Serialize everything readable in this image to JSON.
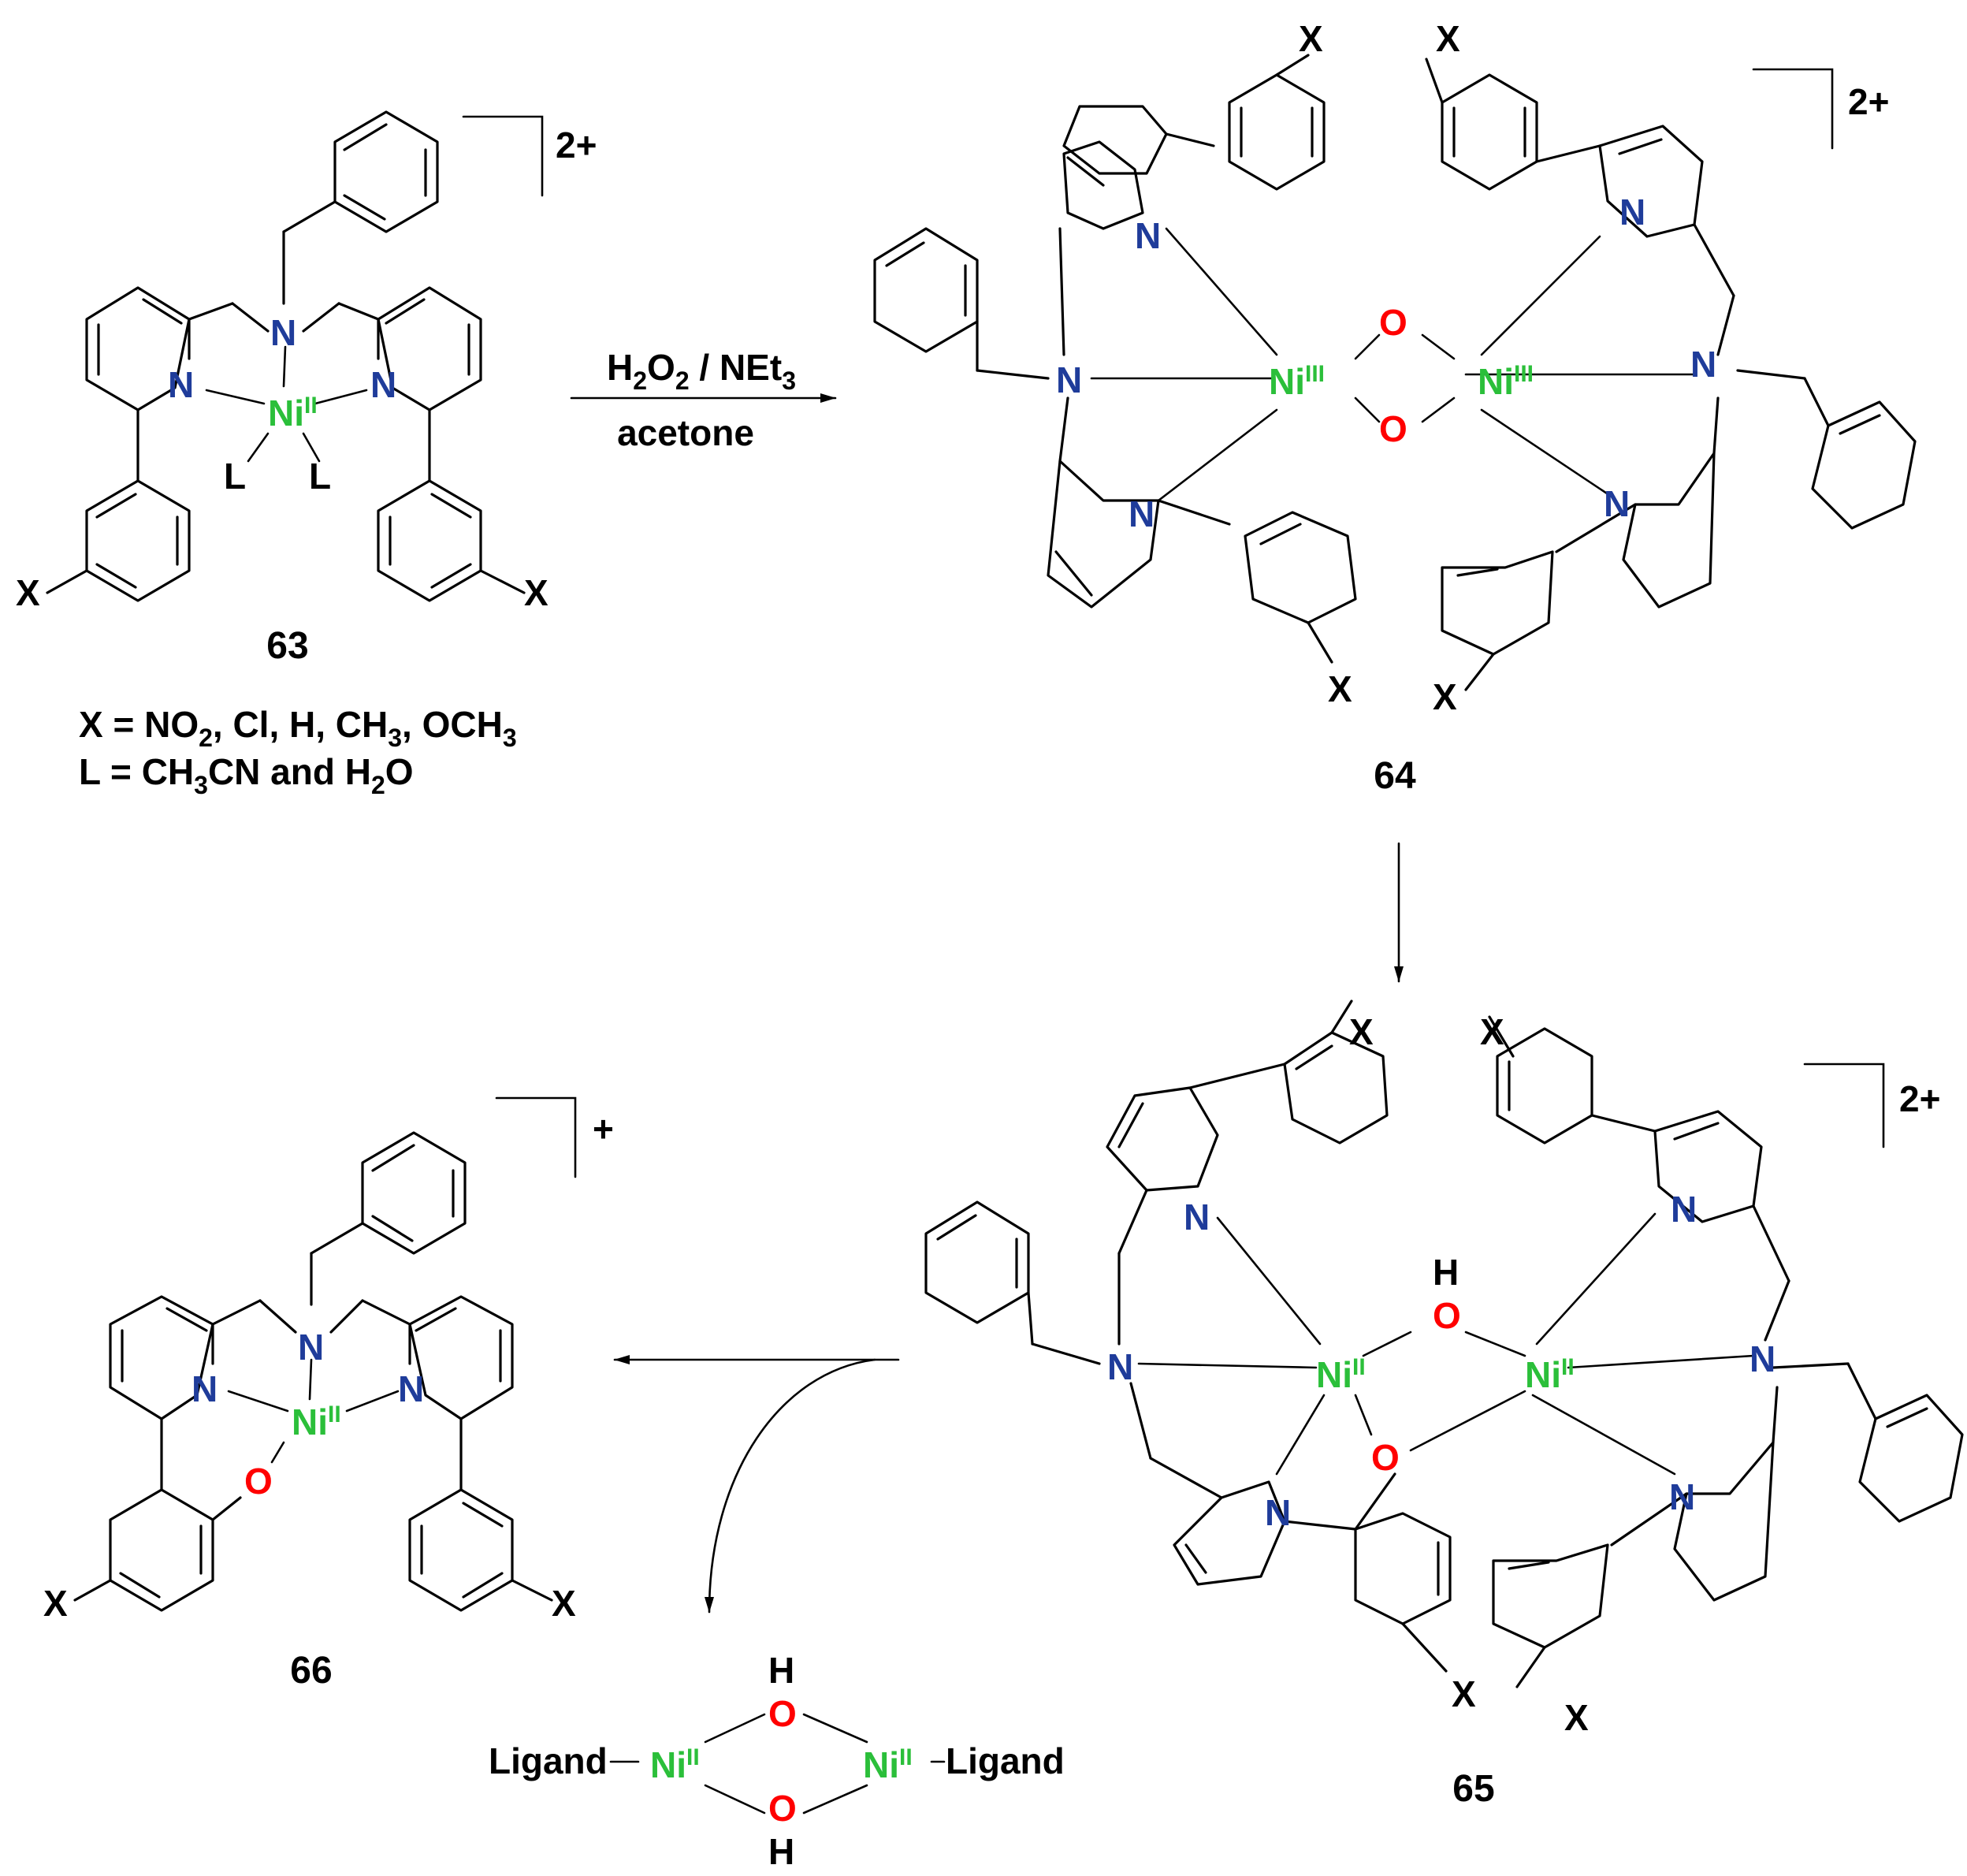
{
  "colors": {
    "nitrogen": "#1f3c9a",
    "nickel": "#2bbf3a",
    "oxygen": "#ff0000",
    "bond": "#000000"
  },
  "atoms": {
    "N": "N",
    "Ni": "Ni",
    "O": "O",
    "H": "H",
    "X": "X",
    "L": "L"
  },
  "ox_states": {
    "ii": "II",
    "iii": "III"
  },
  "charges": {
    "c63": "2+",
    "c64": "2+",
    "c65": "2+",
    "c66": "+"
  },
  "compounds": {
    "c63": "63",
    "c64": "64",
    "c65": "65",
    "c66": "66"
  },
  "conditions": {
    "x_def": {
      "a": "X = NO",
      "s1": "2",
      "b": ", Cl, H, CH",
      "s2": "3",
      "c": ", OCH",
      "s3": "3"
    },
    "l_def": {
      "a": "L = CH",
      "s1": "3",
      "b": "CN and H",
      "s2": "2",
      "c": "O"
    }
  },
  "arrow1": {
    "above": {
      "a": "H",
      "s1": "2",
      "b": "O",
      "s2": "2",
      "c": " / NEt",
      "s3": "3"
    },
    "below": "acetone"
  },
  "side_product": {
    "left": "Ligand",
    "right": "Ligand"
  }
}
